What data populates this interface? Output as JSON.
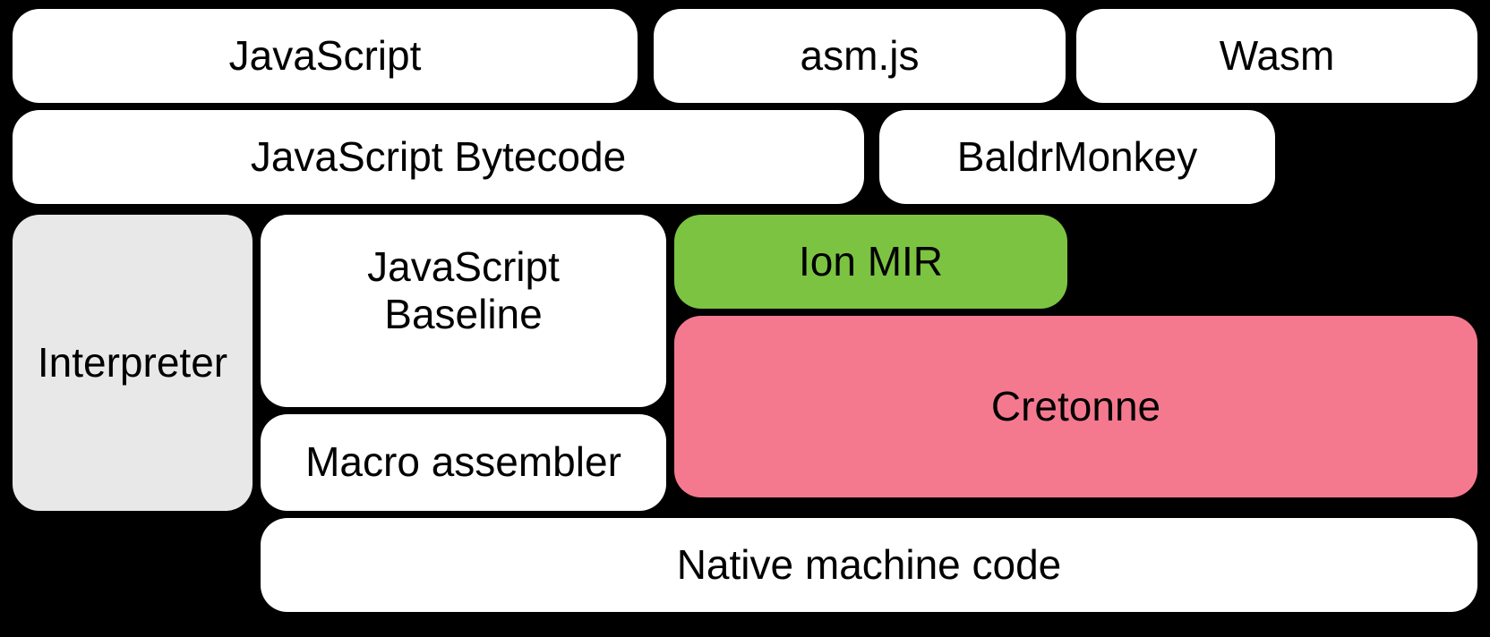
{
  "diagram": {
    "description": "Compiler pipeline block diagram",
    "nodes": {
      "javascript": {
        "label": "JavaScript"
      },
      "asmjs": {
        "label": "asm.js"
      },
      "wasm": {
        "label": "Wasm"
      },
      "bytecode": {
        "label": "JavaScript Bytecode"
      },
      "baldrmonkey": {
        "label": "BaldrMonkey"
      },
      "interpreter": {
        "label": "Interpreter"
      },
      "baseline": {
        "label_line1": "JavaScript",
        "label_line2": "Baseline"
      },
      "ion_mir": {
        "label": "Ion MIR"
      },
      "cretonne": {
        "label": "Cretonne"
      },
      "macro_asm": {
        "label": "Macro assembler"
      },
      "native_code": {
        "label": "Native machine code"
      }
    },
    "colors": {
      "background": "#000000",
      "box_default": "#ffffff",
      "interpreter_gray": "#e8e8e8",
      "ion_mir_green": "#7cc342",
      "cretonne_pink": "#f4798f",
      "text": "#000000"
    }
  }
}
